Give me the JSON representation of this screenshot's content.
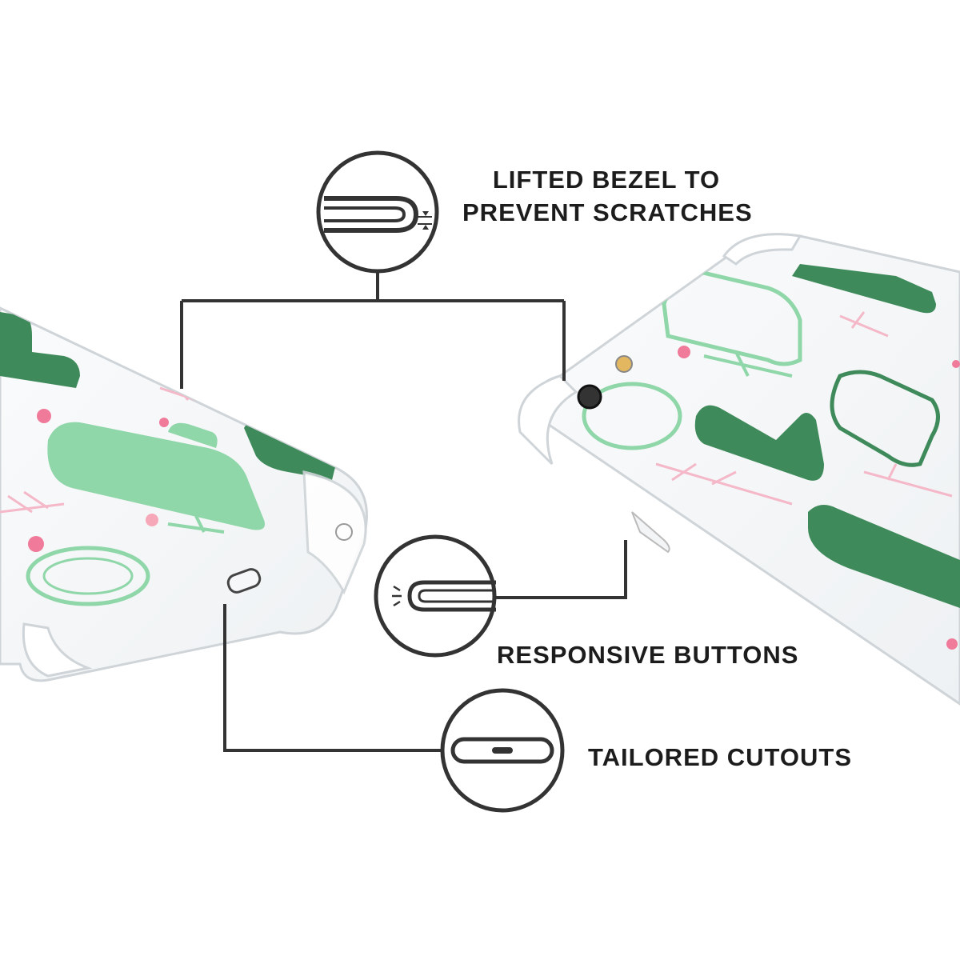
{
  "features": {
    "bezel": {
      "line1": "LIFTED BEZEL TO",
      "line2": "PREVENT SCRATCHES"
    },
    "buttons": {
      "label": "RESPONSIVE BUTTONS"
    },
    "cutouts": {
      "label": "TAILORED CUTOUTS"
    }
  },
  "colors": {
    "callout_line": "#333333",
    "cactus_dark": "#3f8a5a",
    "cactus_light": "#8fd6a8",
    "flower_pink": "#f07a9a",
    "leaf_pink": "#f4b8c8",
    "case_edge": "#d4d8db"
  },
  "icons": {
    "bezel": "lifted-bezel-icon",
    "buttons": "responsive-button-icon",
    "cutouts": "port-cutout-icon"
  }
}
